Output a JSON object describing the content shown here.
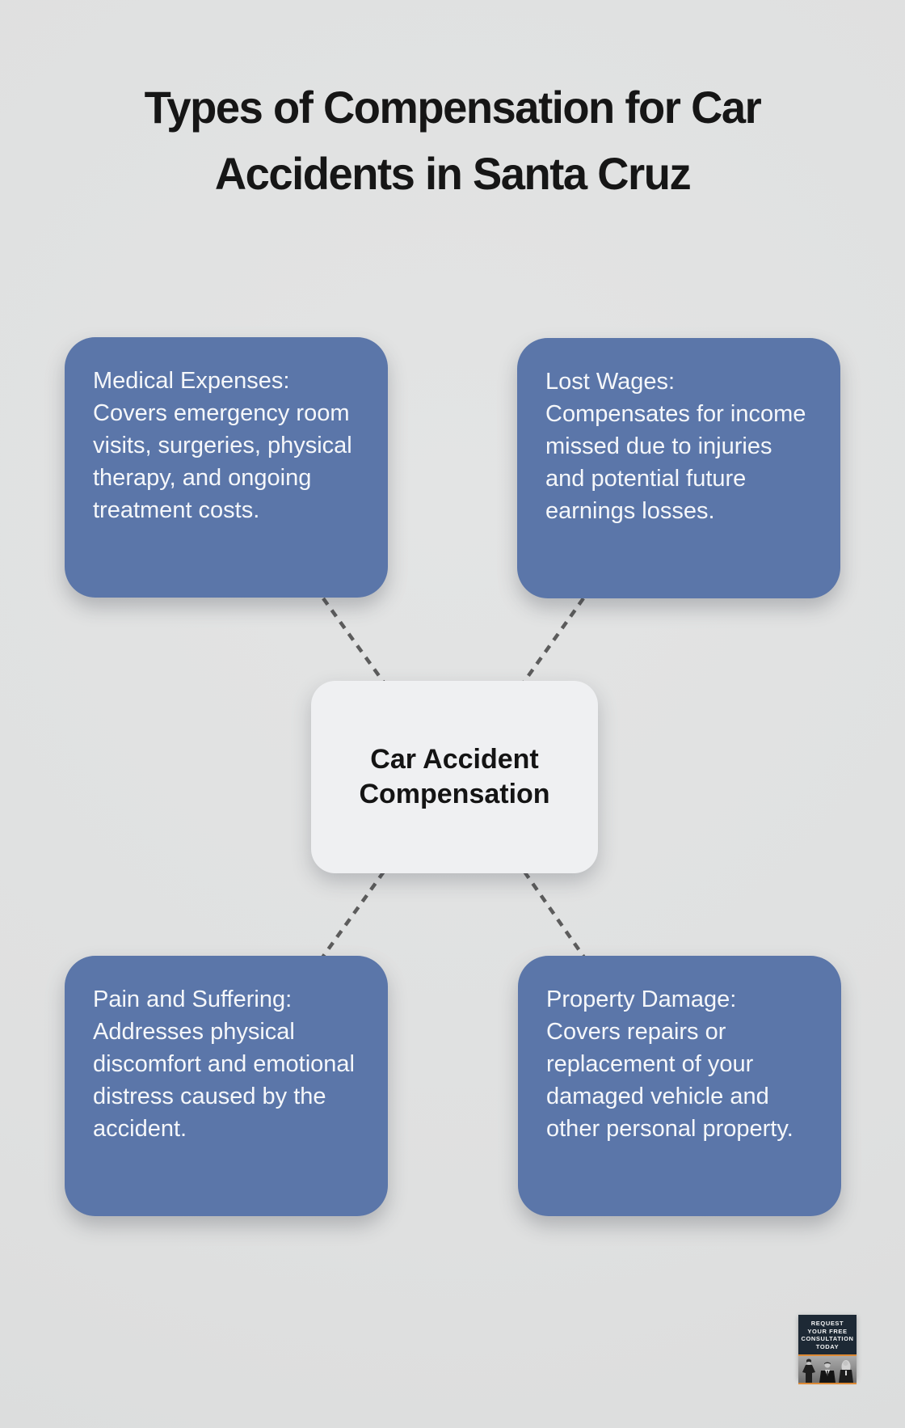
{
  "title": {
    "line1": "Types of Compensation for Car",
    "line2": "Accidents in Santa Cruz"
  },
  "center": {
    "label": "Car Accident Compensation"
  },
  "nodes": [
    {
      "id": "medical-expenses",
      "heading": "Medical Expenses:",
      "body": "Covers emergency room visits, surgeries, physical therapy, and ongoing treatment costs."
    },
    {
      "id": "lost-wages",
      "heading": "Lost Wages:",
      "body": "Compensates for income missed due to injuries and potential future earnings losses."
    },
    {
      "id": "pain-and-suffering",
      "heading": "Pain and Suffering:",
      "body": "Addresses physical discomfort and emotional distress caused by the accident."
    },
    {
      "id": "property-damage",
      "heading": "Property Damage:",
      "body": "Covers repairs or replacement of your damaged vehicle and other personal property."
    }
  ],
  "badge": {
    "cta_lines": [
      "REQUEST",
      "YOUR FREE",
      "CONSULTATION",
      "TODAY"
    ],
    "photo_name": "three-attorneys-photo"
  },
  "colors": {
    "background": "#dfe0e0",
    "node_blue": "#5b76a9",
    "node_text": "#f5f7fa",
    "center_bg": "#eff0f2",
    "title_text": "#161616",
    "connector": "#5c5c5c",
    "badge_bg": "#1d2935",
    "badge_accent": "#dd8a35"
  }
}
